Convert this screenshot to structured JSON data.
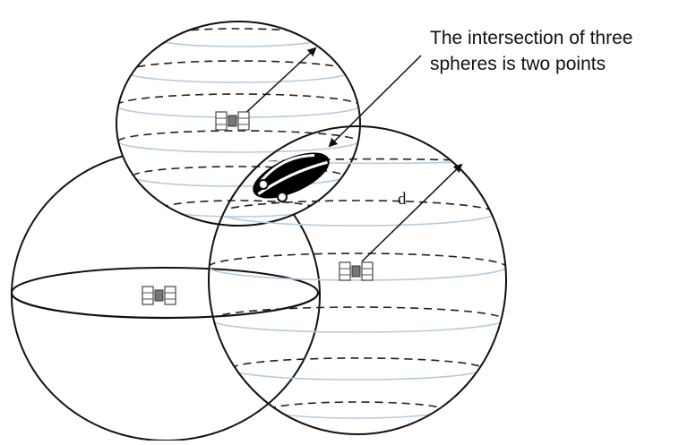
{
  "annotation": {
    "line1": "The intersection of three",
    "line2": "spheres is two points"
  },
  "distance_label": "d",
  "icons": {
    "satellite_top": "satellite-icon",
    "satellite_left": "satellite-icon",
    "satellite_right": "satellite-icon"
  },
  "colors": {
    "outline": "#111111",
    "latitude_ring": "#b4cbe0",
    "intersection": "#000000"
  }
}
